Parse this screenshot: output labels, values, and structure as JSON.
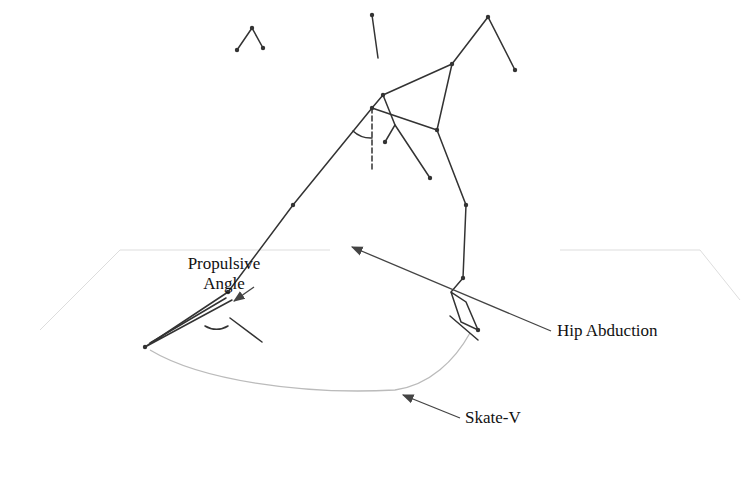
{
  "diagram": {
    "labels": [
      "Hip Abduction",
      "Propulsive Angle",
      "Skate-V"
    ]
  }
}
